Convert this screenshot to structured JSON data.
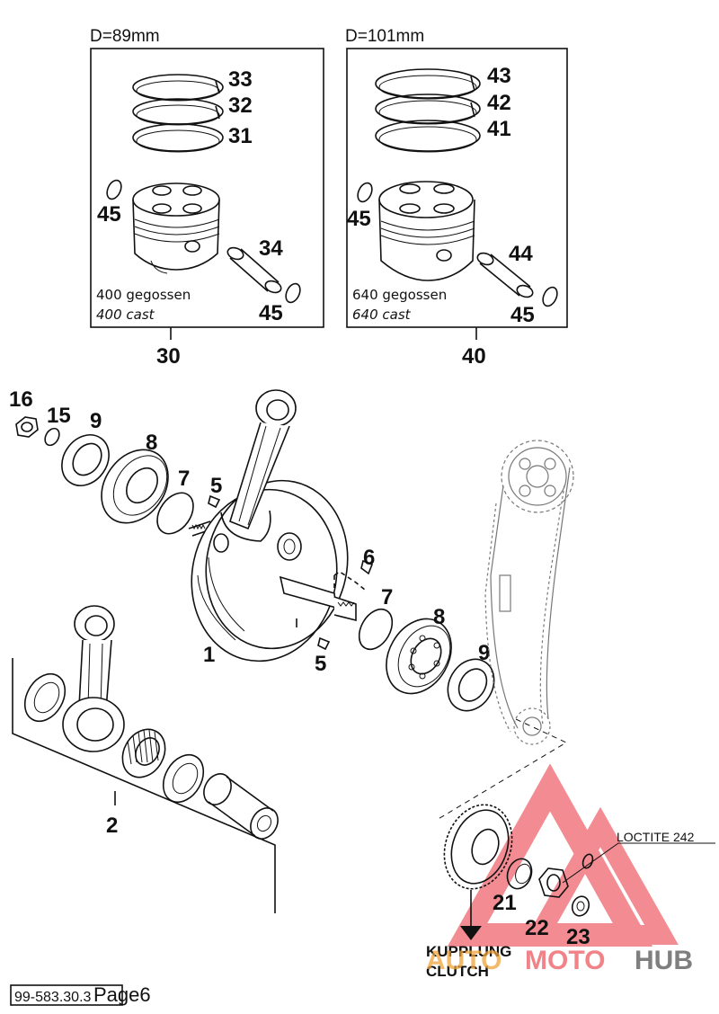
{
  "kit_89": {
    "diameter": "D=89mm",
    "note_de": "400 gegossen",
    "note_en": "400 cast",
    "kit_number": "30",
    "parts": [
      "33",
      "32",
      "31",
      "45",
      "34",
      "45"
    ]
  },
  "kit_101": {
    "diameter": "D=101mm",
    "note_de": "640 gegossen",
    "note_en": "640 cast",
    "kit_number": "40",
    "parts": [
      "43",
      "42",
      "41",
      "45",
      "44",
      "45"
    ]
  },
  "crank_callouts": [
    "16",
    "15",
    "9",
    "8",
    "7",
    "5",
    "6",
    "7",
    "8",
    "9",
    "1",
    "5"
  ],
  "conrod_kit_number": "2",
  "clutch": {
    "label_de": "KUPPLUNG",
    "label_en": "CLUTCH",
    "loctite": "LOCTITE 242",
    "parts": [
      "21",
      "22",
      "23"
    ]
  },
  "footer": {
    "doc_number": "99-583.30.3",
    "page": "Page6"
  },
  "watermark": {
    "part1": "AUTO",
    "part2": "MOTO",
    "part3": "HUB",
    "color_red": "#e8303a",
    "color_orange": "#f0a33a"
  }
}
